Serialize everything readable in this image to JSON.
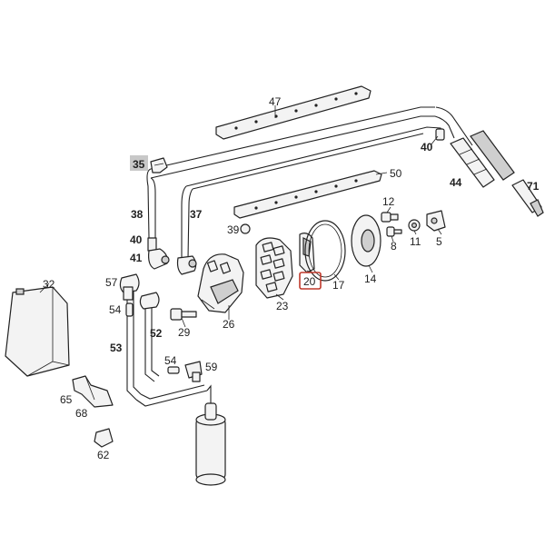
{
  "callouts": [
    {
      "id": "c47",
      "text": "47",
      "style": "plain"
    },
    {
      "id": "c40a",
      "text": "40",
      "style": "bold"
    },
    {
      "id": "c35",
      "text": "35",
      "style": "shaded"
    },
    {
      "id": "c50",
      "text": "50",
      "style": "plain"
    },
    {
      "id": "c44",
      "text": "44",
      "style": "bold"
    },
    {
      "id": "c71",
      "text": "71",
      "style": "bold"
    },
    {
      "id": "c38",
      "text": "38",
      "style": "bold"
    },
    {
      "id": "c37",
      "text": "37",
      "style": "bold"
    },
    {
      "id": "c12",
      "text": "12",
      "style": "plain"
    },
    {
      "id": "c39",
      "text": "39",
      "style": "plain"
    },
    {
      "id": "c40b",
      "text": "40",
      "style": "bold"
    },
    {
      "id": "c41",
      "text": "41",
      "style": "bold"
    },
    {
      "id": "c8",
      "text": "8",
      "style": "plain"
    },
    {
      "id": "c11",
      "text": "11",
      "style": "plain"
    },
    {
      "id": "c5",
      "text": "5",
      "style": "plain"
    },
    {
      "id": "c32",
      "text": "32",
      "style": "plain"
    },
    {
      "id": "c57",
      "text": "57",
      "style": "plain"
    },
    {
      "id": "c20",
      "text": "20",
      "style": "boxed"
    },
    {
      "id": "c17",
      "text": "17",
      "style": "plain"
    },
    {
      "id": "c14",
      "text": "14",
      "style": "plain"
    },
    {
      "id": "c23",
      "text": "23",
      "style": "plain"
    },
    {
      "id": "c54a",
      "text": "54",
      "style": "plain"
    },
    {
      "id": "c26",
      "text": "26",
      "style": "plain"
    },
    {
      "id": "c52",
      "text": "52",
      "style": "bold"
    },
    {
      "id": "c29",
      "text": "29",
      "style": "plain"
    },
    {
      "id": "c53",
      "text": "53",
      "style": "bold"
    },
    {
      "id": "c54b",
      "text": "54",
      "style": "plain"
    },
    {
      "id": "c59",
      "text": "59",
      "style": "plain"
    },
    {
      "id": "c65",
      "text": "65",
      "style": "plain"
    },
    {
      "id": "c68",
      "text": "68",
      "style": "plain"
    },
    {
      "id": "c62",
      "text": "62",
      "style": "plain"
    }
  ],
  "highlight_color": "#c0392b",
  "shade_color": "#c8c8c8"
}
